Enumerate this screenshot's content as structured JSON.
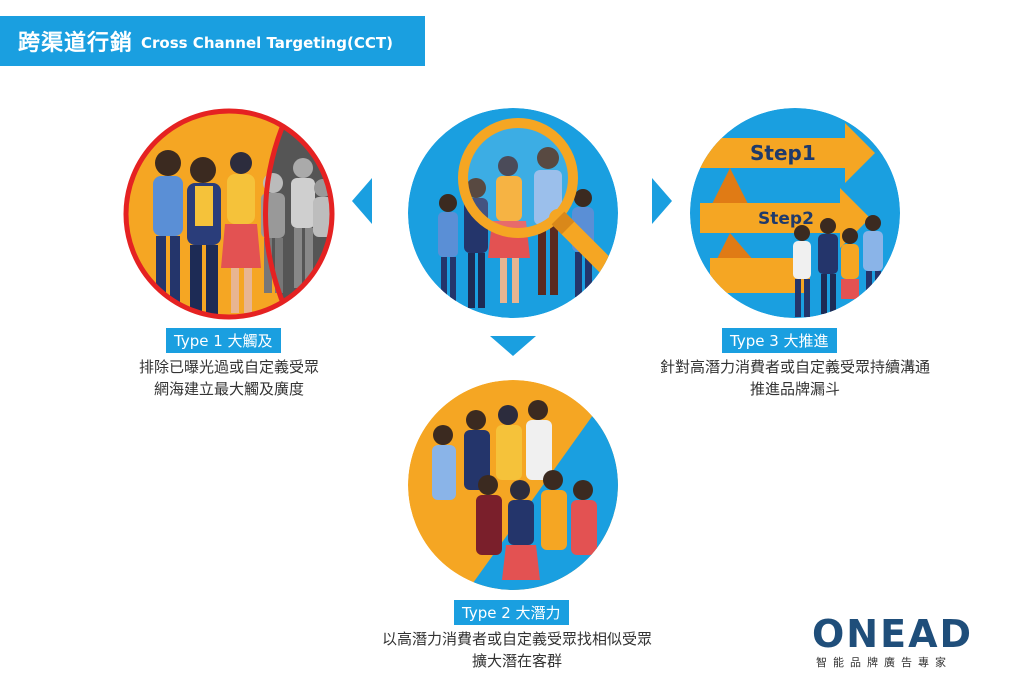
{
  "header": {
    "title_zh": "跨渠道行銷",
    "title_en": "Cross Channel Targeting(CCT)"
  },
  "type1": {
    "label": "Type 1 大觸及",
    "lines": [
      "排除已曝光過或自定義受眾",
      "網海建立最大觸及廣度"
    ]
  },
  "type2": {
    "label": "Type 2 大潛力",
    "lines": [
      "以高潛力消費者或自定義受眾找相似受眾",
      "擴大潛在客群"
    ]
  },
  "type3": {
    "label": "Type 3 大推進",
    "lines": [
      "針對高潛力消費者或自定義受眾持續溝通",
      "推進品牌漏斗"
    ],
    "steps": [
      "Step1",
      "Step2"
    ]
  },
  "logo": {
    "name": "ONEAD",
    "tagline": "智能品牌廣告專家"
  },
  "colors": {
    "accent": "#1a9fe0",
    "orange": "#f5a623",
    "red": "#e52222",
    "navy": "#1f4e7a"
  },
  "icons": [
    "magnifier-icon",
    "people-icon",
    "arrow-left-icon",
    "arrow-right-icon",
    "arrow-down-icon"
  ]
}
